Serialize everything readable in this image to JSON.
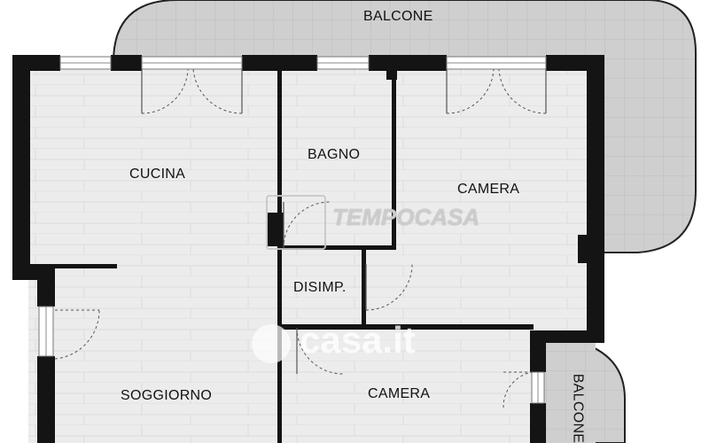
{
  "rooms": {
    "balcone_top": "BALCONE",
    "balcone_right": "BALCONE",
    "cucina": "CUCINA",
    "bagno": "BAGNO",
    "camera_top": "CAMERA",
    "disimpegno": "DISIMP.",
    "soggiorno": "SOGGIORNO",
    "camera_bottom": "CAMERA"
  },
  "watermarks": {
    "agency": "TEMPOCASA",
    "portal": "casa.it"
  },
  "colors": {
    "wall": "#141414",
    "floor": "#ececec",
    "floor_line": "#dadada",
    "balcony": "#cdcdcd",
    "balcony_line": "#bdbdbd",
    "door_line": "#555555"
  }
}
